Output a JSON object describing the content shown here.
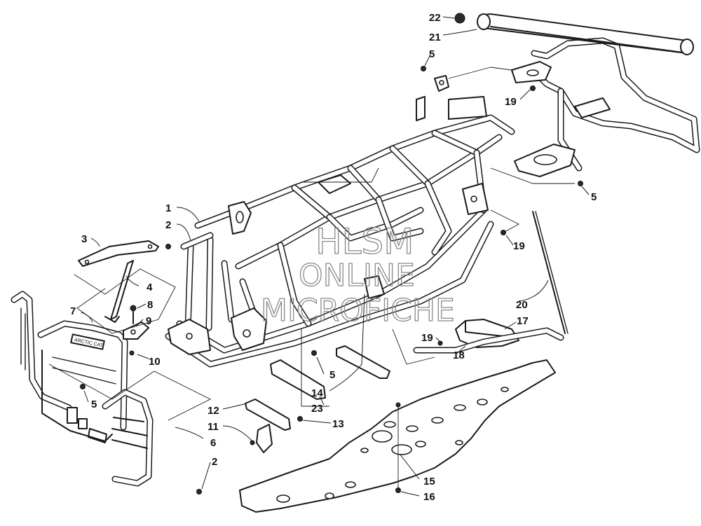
{
  "watermark": {
    "line1": "HLSM",
    "line2": "ONLINE",
    "line3": "MICROFICHE"
  },
  "callouts": [
    {
      "id": "c1",
      "label": "1"
    },
    {
      "id": "c2a",
      "label": "2"
    },
    {
      "id": "c2b",
      "label": "2"
    },
    {
      "id": "c3",
      "label": "3"
    },
    {
      "id": "c4",
      "label": "4"
    },
    {
      "id": "c5a",
      "label": "5"
    },
    {
      "id": "c5b",
      "label": "5"
    },
    {
      "id": "c5c",
      "label": "5"
    },
    {
      "id": "c5d",
      "label": "5"
    },
    {
      "id": "c6",
      "label": "6"
    },
    {
      "id": "c7",
      "label": "7"
    },
    {
      "id": "c8",
      "label": "8"
    },
    {
      "id": "c9",
      "label": "9"
    },
    {
      "id": "c10",
      "label": "10"
    },
    {
      "id": "c11",
      "label": "11"
    },
    {
      "id": "c12",
      "label": "12"
    },
    {
      "id": "c13",
      "label": "13"
    },
    {
      "id": "c14",
      "label": "14"
    },
    {
      "id": "c15",
      "label": "15"
    },
    {
      "id": "c16",
      "label": "16"
    },
    {
      "id": "c17",
      "label": "17"
    },
    {
      "id": "c18",
      "label": "18"
    },
    {
      "id": "c19a",
      "label": "19"
    },
    {
      "id": "c19b",
      "label": "19"
    },
    {
      "id": "c19c",
      "label": "19"
    },
    {
      "id": "c20",
      "label": "20"
    },
    {
      "id": "c21",
      "label": "21"
    },
    {
      "id": "c22",
      "label": "22"
    },
    {
      "id": "c23",
      "label": "23"
    }
  ],
  "bumper_badge": "ARCTIC CAT"
}
